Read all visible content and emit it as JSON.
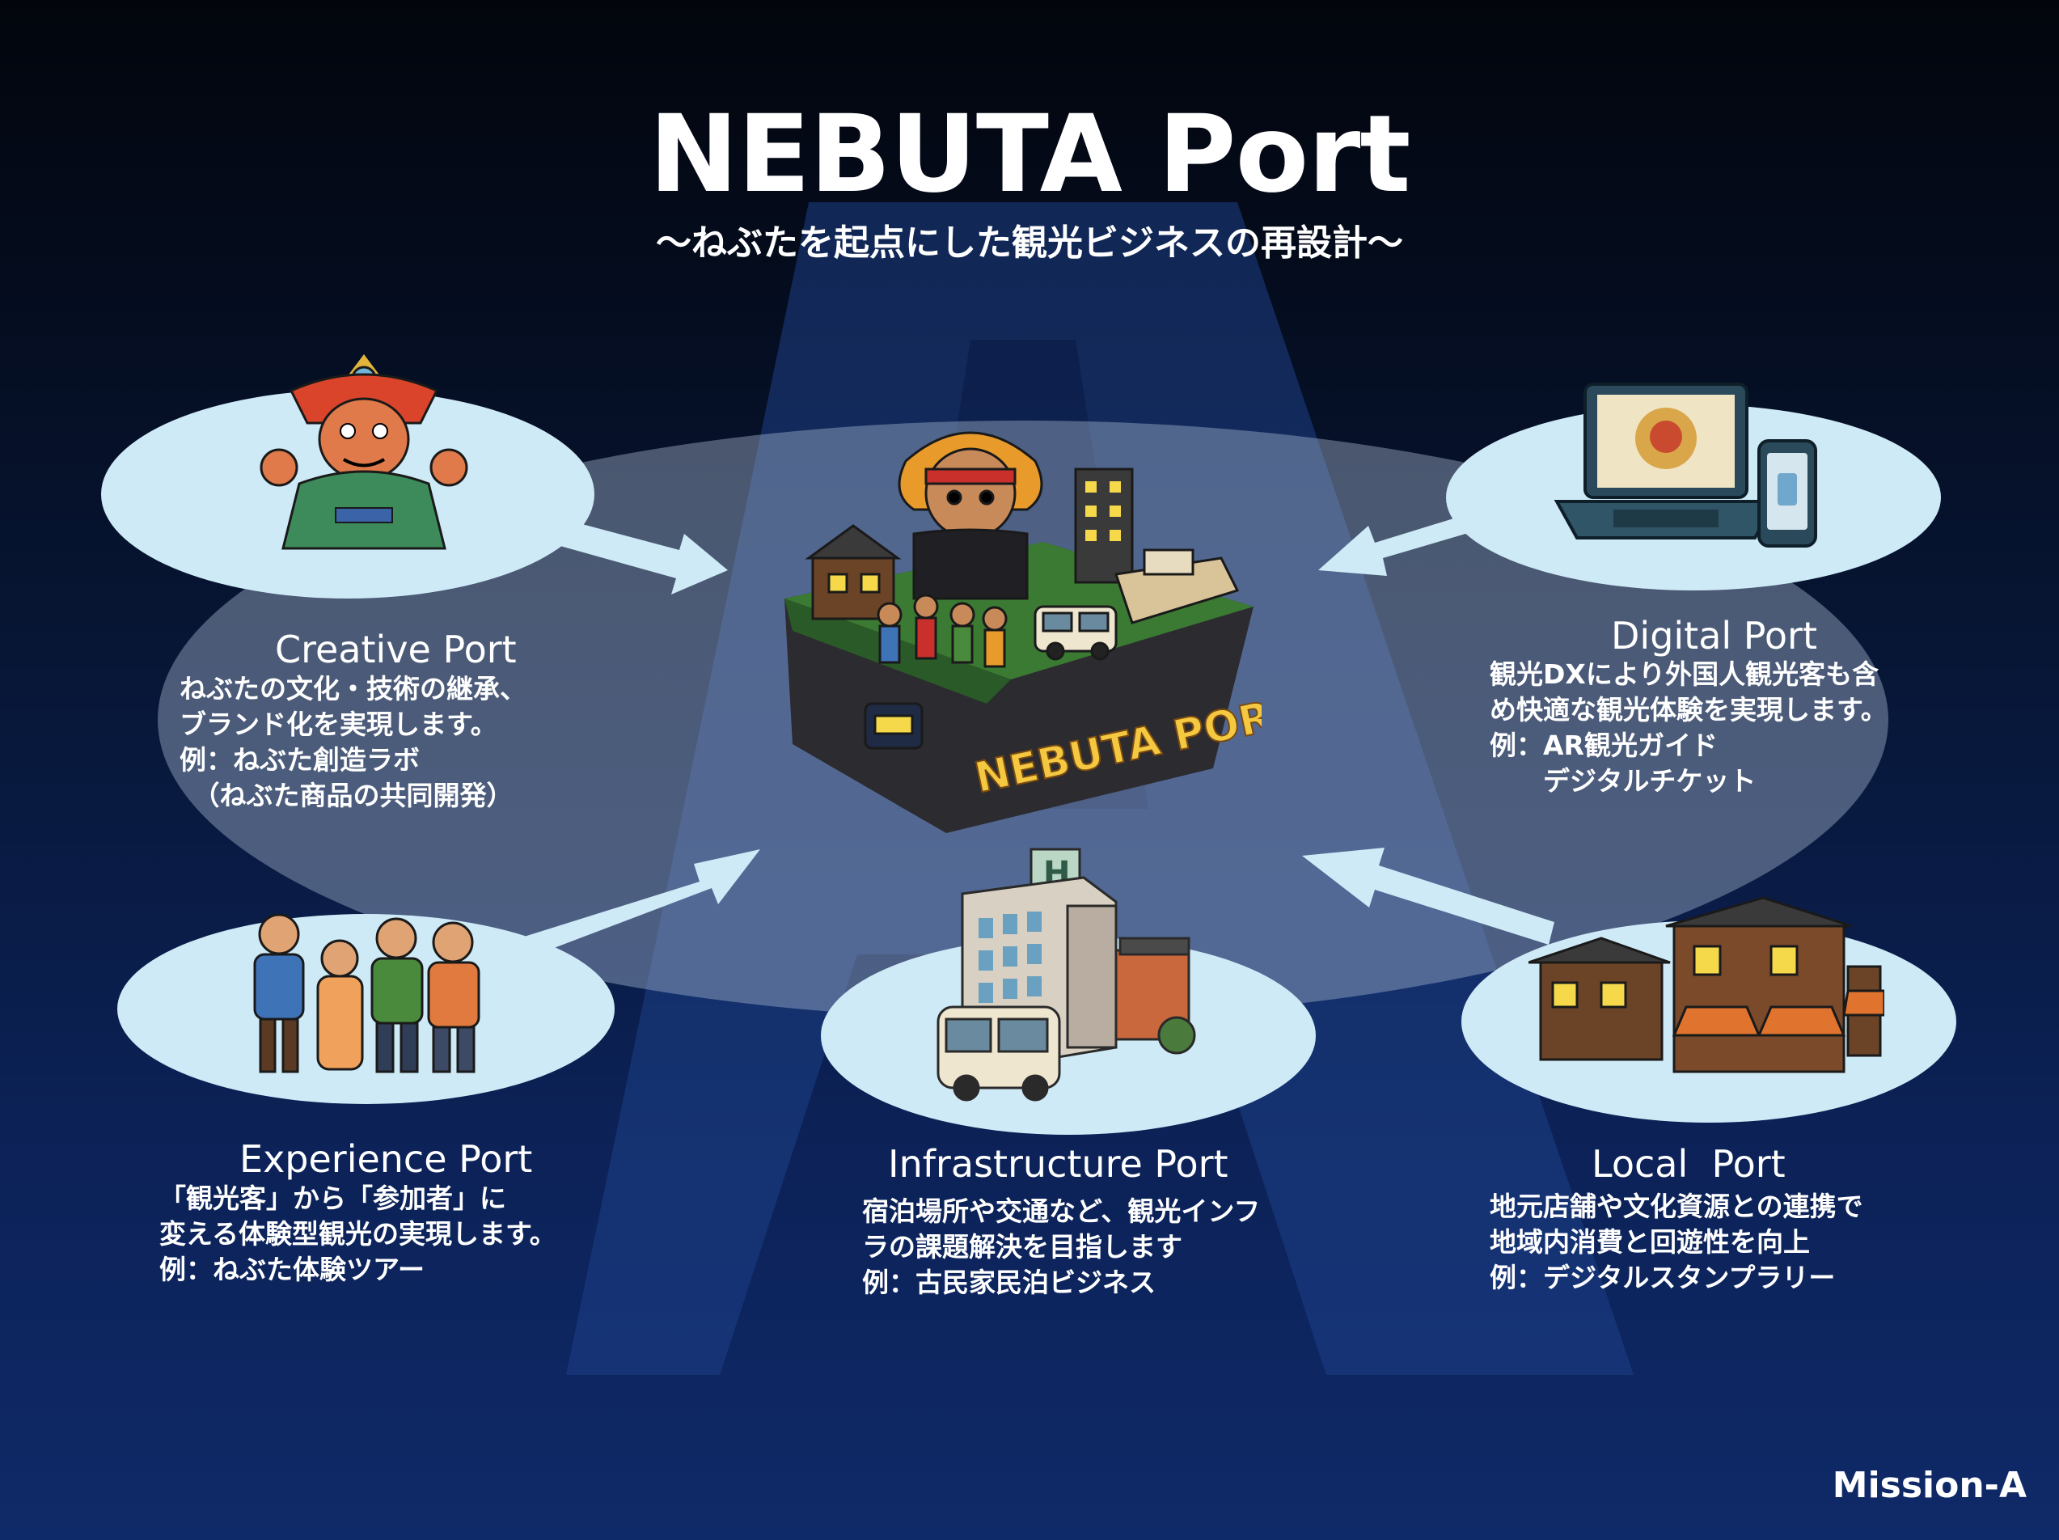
{
  "header": {
    "title": "NEBUTA Port",
    "subtitle": "〜ねぶたを起点にした観光ビジネスの再設計〜"
  },
  "center": {
    "sign_text": "NEBUTA PORT"
  },
  "ports": {
    "creative": {
      "name": "Creative Port",
      "desc": "ねぶたの文化・技術の継承、\nブランド化を実現します。\n例：ねぶた創造ラボ\n　（ねぶた商品の共同開発）"
    },
    "digital": {
      "name": "Digital Port",
      "desc": "観光DXにより外国人観光客も含\nめ快適な観光体験を実現します。\n例：AR観光ガイド\n　　デジタルチケット"
    },
    "experience": {
      "name": "Experience Port",
      "desc": "「観光客」から「参加者」に\n変える体験型観光の実現します。\n例：ねぶた体験ツアー"
    },
    "infrastructure": {
      "name": "Infrastructure Port",
      "desc": "宿泊場所や交通など、観光インフ\nラの課題解決を目指します\n例：古民家民泊ビジネス"
    },
    "local": {
      "name": "Local  Port",
      "desc": "地元店舗や文化資源との連携で\n地域内消費と回遊性を向上\n例：デジタルスタンプラリー"
    }
  },
  "brand": "Mission-A",
  "colors": {
    "background_top": "#02050c",
    "background_bottom": "#0f2a68",
    "pod": "#cfeaf7",
    "arrow": "#cfeaf7",
    "watermark_a": "#1e3f86",
    "sign_text": "#f5c842"
  },
  "icons": {
    "creative": "nebuta-warrior-icon",
    "digital": "laptop-phone-icon",
    "experience": "tourists-icon",
    "infrastructure": "hotel-bus-icon",
    "local": "old-townhouses-icon",
    "center": "nebuta-port-island-icon"
  }
}
